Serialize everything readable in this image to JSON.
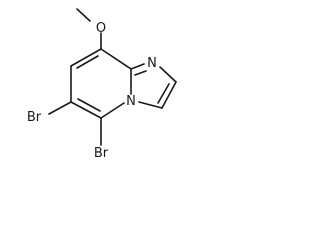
{
  "molecule": {
    "atoms": {
      "methoxy_o": "O",
      "ring_n_imine": "N",
      "ring_n_bridge": "N",
      "bromo_6": "Br",
      "bromo_5": "Br"
    }
  }
}
